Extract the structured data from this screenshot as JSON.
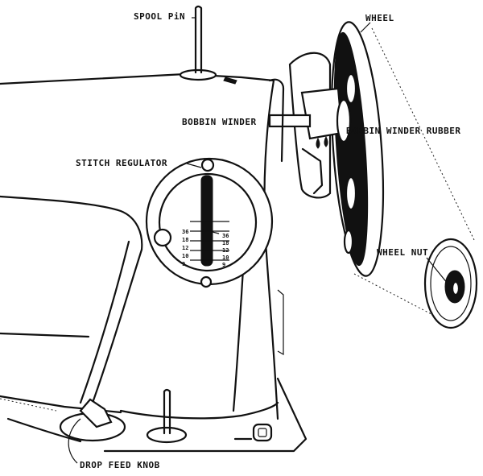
{
  "labels": {
    "spool_pin": "SPOOL PiN",
    "wheel": "WHEEL",
    "bobbin_winder": "BOBBIN WINDER",
    "bobbin_winder_rubber": "BOBBIN WINDER RUBBER",
    "stitch_regulator": "STITCH REGULATOR",
    "wheel_nut": "WHEEL NUT",
    "drop_feed_knob": "DROP FEED KNOB"
  },
  "regulator_scale": {
    "left": [
      "36",
      "18",
      "12",
      "10",
      "9"
    ],
    "right": [
      "36",
      "18",
      "12",
      "10",
      "9"
    ]
  }
}
